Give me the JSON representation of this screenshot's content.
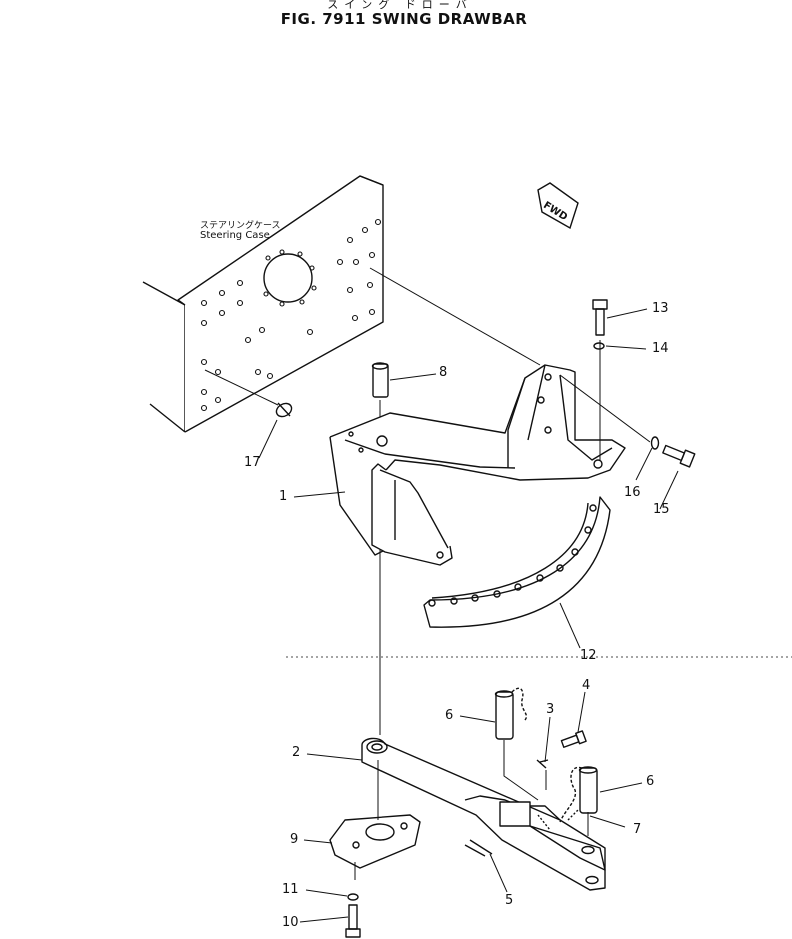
{
  "header": {
    "japanese_title": "スイング ドローバ",
    "figure_title": "FIG. 7911  SWING DRAWBAR"
  },
  "steering_case": {
    "label_jp": "ステアリングケース",
    "label_en": "Steering  Case"
  },
  "direction_marker": {
    "text": "FWD",
    "icon": "forward-arrow-icon"
  },
  "callouts": [
    {
      "number": "1"
    },
    {
      "number": "2"
    },
    {
      "number": "3"
    },
    {
      "number": "4"
    },
    {
      "number": "5"
    },
    {
      "number": "6"
    },
    {
      "number": "6"
    },
    {
      "number": "7"
    },
    {
      "number": "8"
    },
    {
      "number": "9"
    },
    {
      "number": "10"
    },
    {
      "number": "11"
    },
    {
      "number": "12"
    },
    {
      "number": "13"
    },
    {
      "number": "14"
    },
    {
      "number": "15"
    },
    {
      "number": "16"
    },
    {
      "number": "17"
    }
  ]
}
